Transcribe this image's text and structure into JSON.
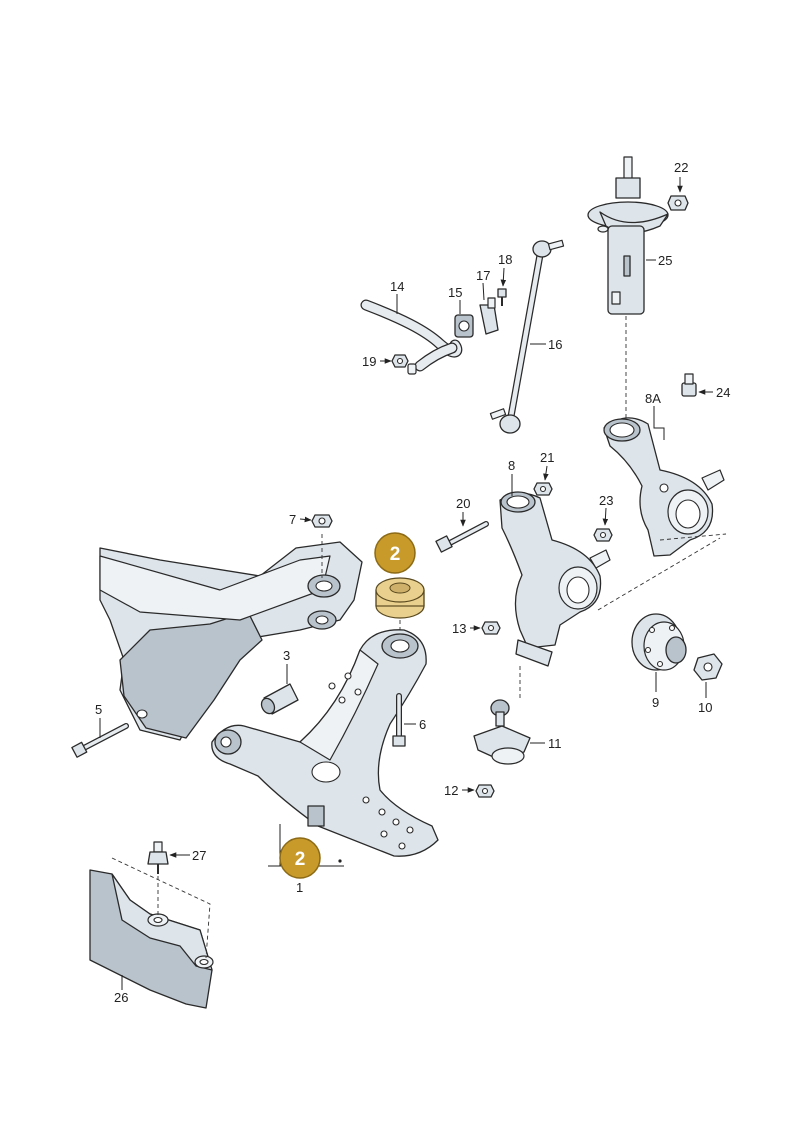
{
  "diagram": {
    "accent_color": "#c89a2a",
    "part_color": "#dde4ea",
    "labels": {
      "l1": "1",
      "l3": "3",
      "l5": "5",
      "l6": "6",
      "l7": "7",
      "l8": "8",
      "l8a": "8A",
      "l9": "9",
      "l10": "10",
      "l11": "11",
      "l12": "12",
      "l13": "13",
      "l14": "14",
      "l15": "15",
      "l16": "16",
      "l17": "17",
      "l18": "18",
      "l19": "19",
      "l20": "20",
      "l21": "21",
      "l22": "22",
      "l23": "23",
      "l24": "24",
      "l25": "25",
      "l26": "26",
      "l27": "27"
    },
    "badges": {
      "top": "2",
      "bottom": "2"
    }
  }
}
